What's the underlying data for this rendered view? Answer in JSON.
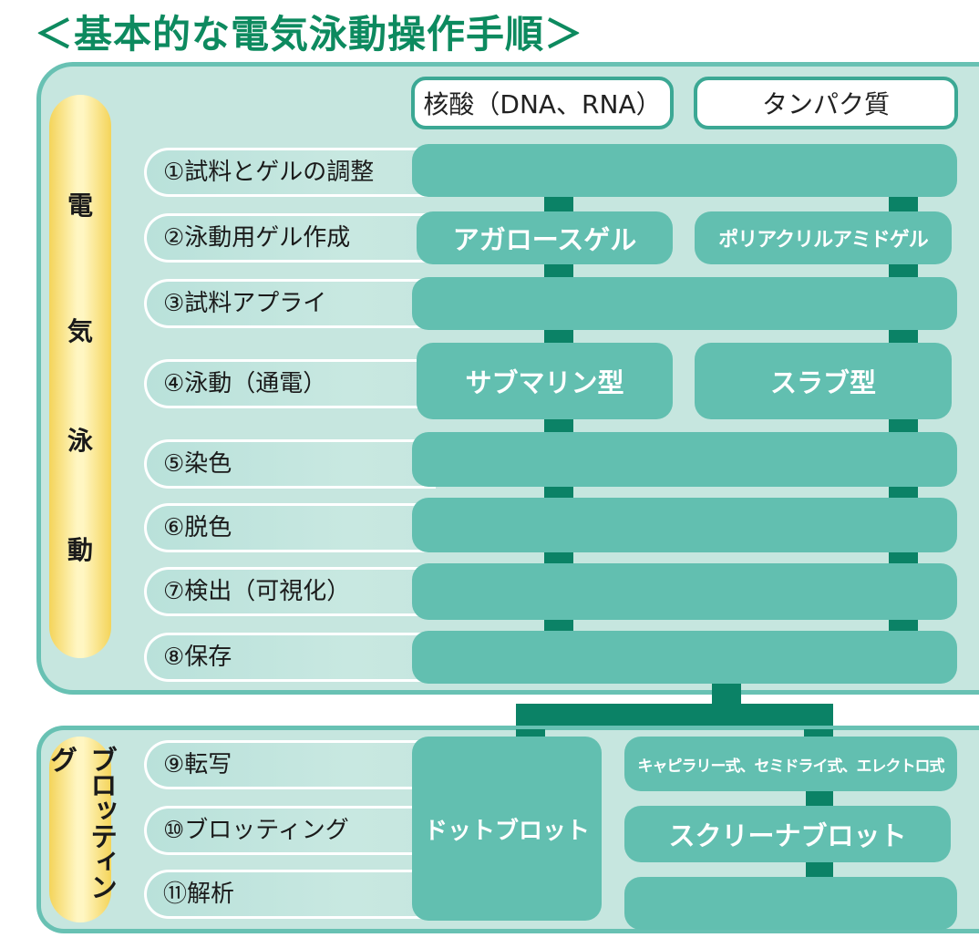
{
  "title": "＜基本的な電気泳動操作手順＞",
  "electrophoresis_label": [
    "電",
    "気",
    "泳",
    "動"
  ],
  "blotting_label": "ブロッティング",
  "headers": {
    "nucleic": "核酸（DNA、RNA）",
    "protein": "タンパク質"
  },
  "steps": [
    "①試料とゲルの調整",
    "②泳動用ゲル作成",
    "③試料アプライ",
    "④泳動（通電）",
    "⑤染色",
    "⑥脱色",
    "⑦検出（可視化）",
    "⑧保存",
    "⑨転写",
    "⑩ブロッティング",
    "⑪解析"
  ],
  "boxes": {
    "agarose_gel": "アガロースゲル",
    "polyacrylamide_gel": "ポリアクリルアミドゲル",
    "submarine": "サブマリン型",
    "slab": "スラブ型",
    "dot_blot": "ドットブロット",
    "transfer_methods": "キャピラリー式、セミドライ式、エレクトロ式",
    "screener_blot": "スクリーナブロット"
  },
  "colors": {
    "title": "#0d8a5f",
    "panel_border": "#68c1b3",
    "panel_fill": "#c6e6df",
    "bar": "#62bfb0",
    "connector": "#0b8266",
    "pill": "#f4d45a"
  }
}
